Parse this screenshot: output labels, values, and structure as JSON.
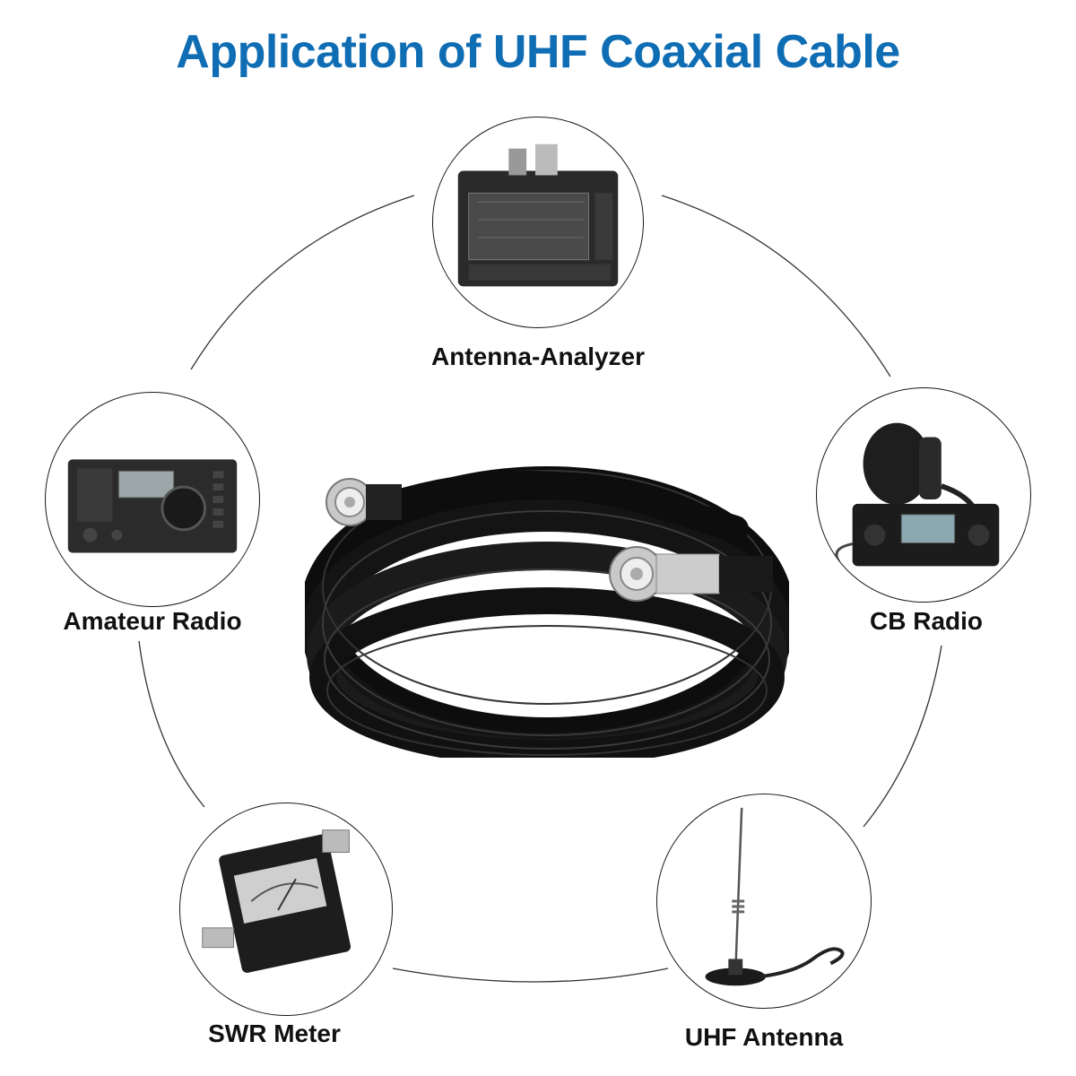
{
  "title": "Application of UHF Coaxial Cable",
  "colors": {
    "title": "#0f6db4",
    "text": "#111111",
    "ring": "#333333"
  },
  "center": {
    "image": "coiled-coaxial-cable-image"
  },
  "nodes": [
    {
      "label": "Antenna-Analyzer",
      "image": "antenna-analyzer-image"
    },
    {
      "label": "CB Radio",
      "image": "cb-radio-image"
    },
    {
      "label": "UHF Antenna",
      "image": "uhf-antenna-image"
    },
    {
      "label": "SWR Meter",
      "image": "swr-meter-image"
    },
    {
      "label": "Amateur Radio",
      "image": "amateur-radio-image"
    }
  ]
}
